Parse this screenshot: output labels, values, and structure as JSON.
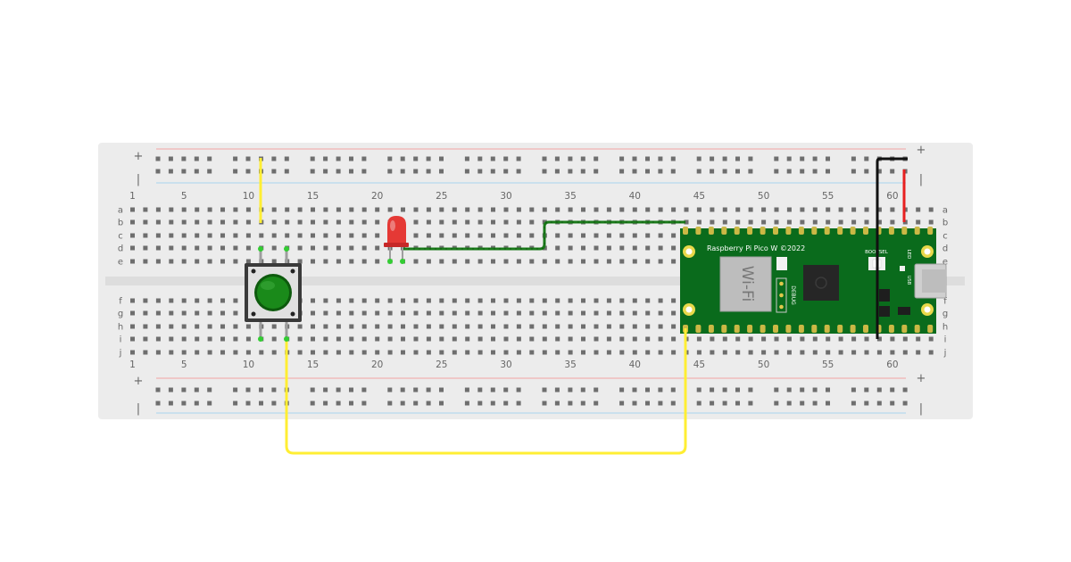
{
  "breadboard": {
    "rows_top": [
      "a",
      "b",
      "c",
      "d",
      "e"
    ],
    "rows_bottom": [
      "f",
      "g",
      "h",
      "i",
      "j"
    ],
    "column_numbers": [
      "1",
      "5",
      "10",
      "15",
      "20",
      "25",
      "30",
      "35",
      "40",
      "45",
      "50",
      "55",
      "60"
    ],
    "rail_plus": "+",
    "rail_minus": "|",
    "colors": {
      "board": "#ececec",
      "hole": "#6e6e6e",
      "rail_red": "#f2a5a5",
      "rail_blue": "#a8d4ee",
      "trench": "#dddddd"
    }
  },
  "pico": {
    "title": "Raspberry Pi Pico W ©2022",
    "wifi": "Wi-Fi",
    "debug": "DEBUG",
    "bootsel": "BOOTSEL",
    "led": "LED",
    "usb": "USB",
    "colors": {
      "board": "#0a6b1c"
    }
  },
  "components": {
    "led": {
      "color": "#e53935"
    },
    "button": {
      "cap_color": "#1a8a1a"
    }
  },
  "wires": {
    "yellow": "#ffee33",
    "green": "#1a7a1a",
    "red": "#e82020",
    "black": "#111111"
  }
}
